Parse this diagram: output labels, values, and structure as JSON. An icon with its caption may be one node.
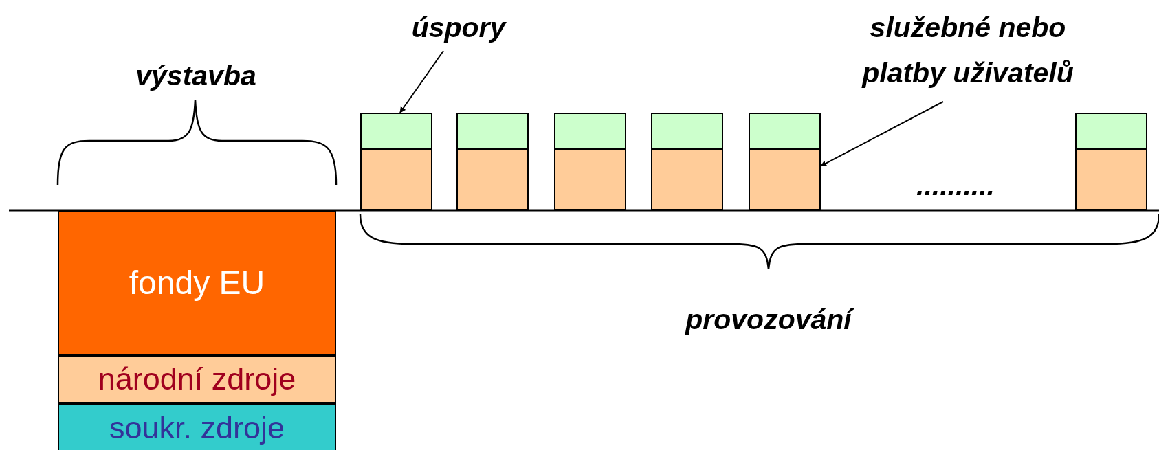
{
  "diagram": {
    "nodes": [
      {
        "text": [
          "úspory"
        ]
      },
      {
        "text": [
          "služebné nebo platby uživatelů"
        ]
      },
      {
        "text": [],
        "shape": "box"
      },
      {
        "text": [],
        "shape": "box"
      },
      {
        "text": [],
        "shape": "box"
      },
      {
        "text": [],
        "shape": "box"
      },
      {
        "text": [],
        "shape": "box"
      },
      {
        "text": [],
        "shape": "box"
      },
      {
        "text": [],
        "shape": "box"
      },
      {
        "text": [],
        "shape": "box"
      },
      {
        "text": [],
        "shape": "box"
      },
      {
        "text": [],
        "shape": "box"
      },
      {
        "text": [],
        "shape": "box"
      },
      {
        "text": [],
        "shape": "box"
      },
      {
        "text": [
          "fondy EU"
        ]
      },
      {
        "text": [
          "národní zdroje"
        ]
      },
      {
        "text": [
          "soukr. zdroje"
        ]
      }
    ],
    "edges": [
      {
        "from": 0,
        "to": 2,
        "arrow": "to"
      },
      {
        "from": 1,
        "to": 11,
        "arrow": "to"
      }
    ],
    "labels": [
      "výstavba",
      "..........",
      "provozování"
    ]
  }
}
